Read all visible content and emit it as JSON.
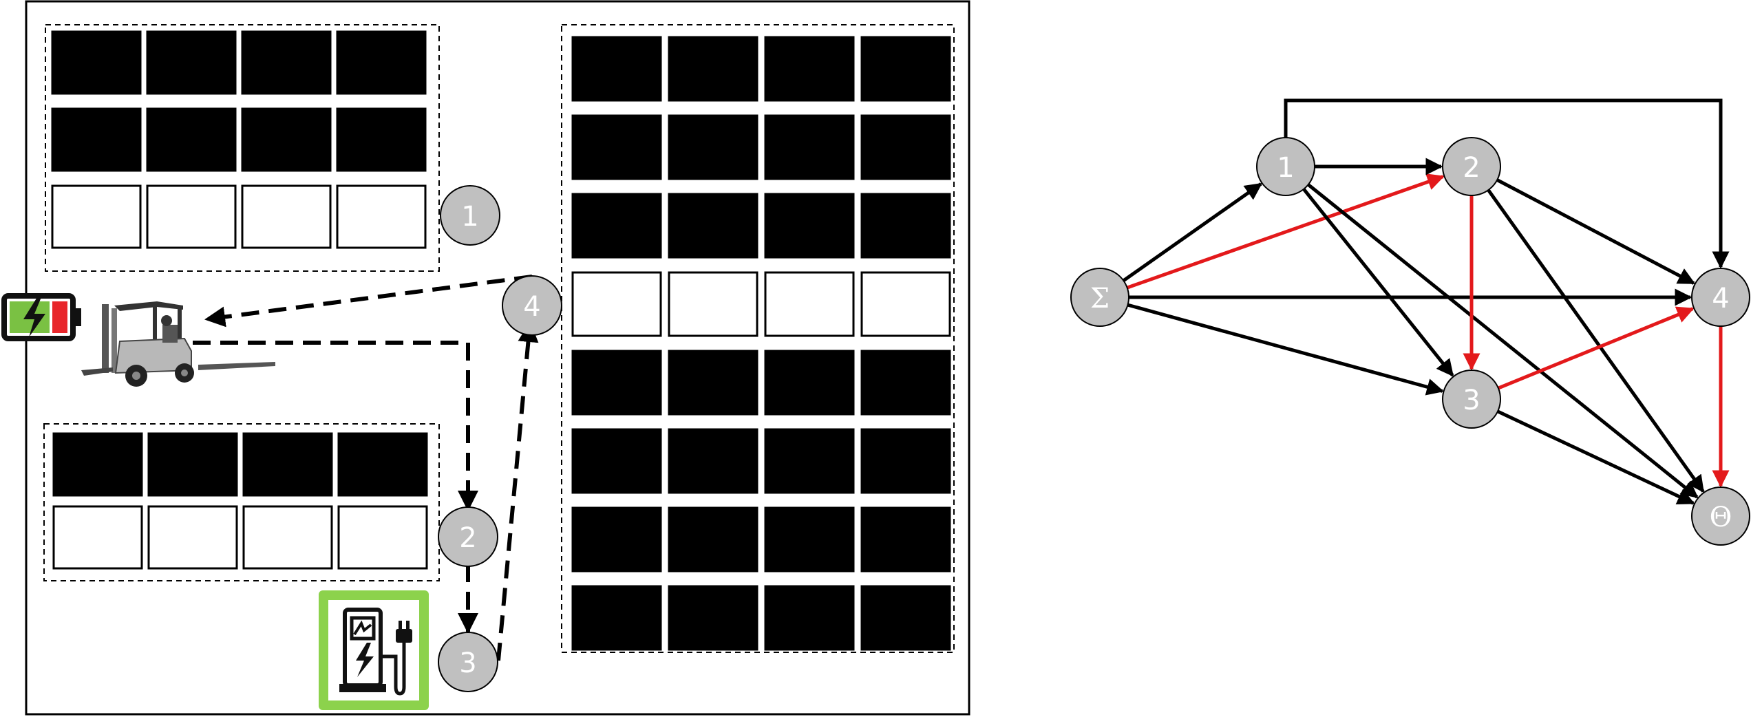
{
  "left_panel": {
    "waypoints": [
      {
        "id": "n1",
        "label": "1"
      },
      {
        "id": "n2",
        "label": "2"
      },
      {
        "id": "n3",
        "label": "3"
      },
      {
        "id": "n4",
        "label": "4"
      }
    ],
    "route": [
      "n4",
      "forklift",
      "n2",
      "n3",
      "n4"
    ],
    "battery_colors": {
      "charged": "#7ac143",
      "low": "#e8262b",
      "frame": "#111111"
    },
    "charger_border_color": "#8cd24c",
    "cell_colors": {
      "occupied": "#000000",
      "empty": "#ffffff"
    },
    "racks": [
      {
        "id": "rack-top-left",
        "rows": [
          {
            "state": "occupied",
            "cells": 4
          },
          {
            "state": "occupied",
            "cells": 4
          },
          {
            "state": "empty",
            "cells": 4
          }
        ]
      },
      {
        "id": "rack-bottom-left",
        "rows": [
          {
            "state": "occupied",
            "cells": 4
          },
          {
            "state": "empty",
            "cells": 4
          }
        ]
      },
      {
        "id": "rack-right",
        "rows": [
          {
            "state": "occupied",
            "cells": 4
          },
          {
            "state": "occupied",
            "cells": 4
          },
          {
            "state": "occupied",
            "cells": 4
          },
          {
            "state": "empty",
            "cells": 4
          },
          {
            "state": "occupied",
            "cells": 4
          },
          {
            "state": "occupied",
            "cells": 4
          },
          {
            "state": "occupied",
            "cells": 4
          },
          {
            "state": "occupied",
            "cells": 4
          }
        ]
      }
    ]
  },
  "graph": {
    "node_color": "#c0c0c0",
    "colors": {
      "black": "#000000",
      "red": "#e3191b"
    },
    "nodes": [
      {
        "id": "S",
        "label": "Σ"
      },
      {
        "id": "1",
        "label": "1"
      },
      {
        "id": "2",
        "label": "2"
      },
      {
        "id": "3",
        "label": "3"
      },
      {
        "id": "4",
        "label": "4"
      },
      {
        "id": "T",
        "label": "Θ"
      }
    ],
    "edges": [
      {
        "from": "S",
        "to": "1",
        "color": "black"
      },
      {
        "from": "S",
        "to": "2",
        "color": "red"
      },
      {
        "from": "S",
        "to": "4",
        "color": "black"
      },
      {
        "from": "S",
        "to": "3",
        "color": "black"
      },
      {
        "from": "1",
        "to": "2",
        "color": "black"
      },
      {
        "from": "1",
        "to": "3",
        "color": "black"
      },
      {
        "from": "1",
        "to": "T",
        "color": "black"
      },
      {
        "from": "1",
        "to": "4",
        "color": "black",
        "routed": "over-top"
      },
      {
        "from": "2",
        "to": "3",
        "color": "red"
      },
      {
        "from": "2",
        "to": "4",
        "color": "black"
      },
      {
        "from": "2",
        "to": "T",
        "color": "black"
      },
      {
        "from": "3",
        "to": "4",
        "color": "red"
      },
      {
        "from": "3",
        "to": "T",
        "color": "black"
      },
      {
        "from": "4",
        "to": "T",
        "color": "red"
      }
    ]
  }
}
